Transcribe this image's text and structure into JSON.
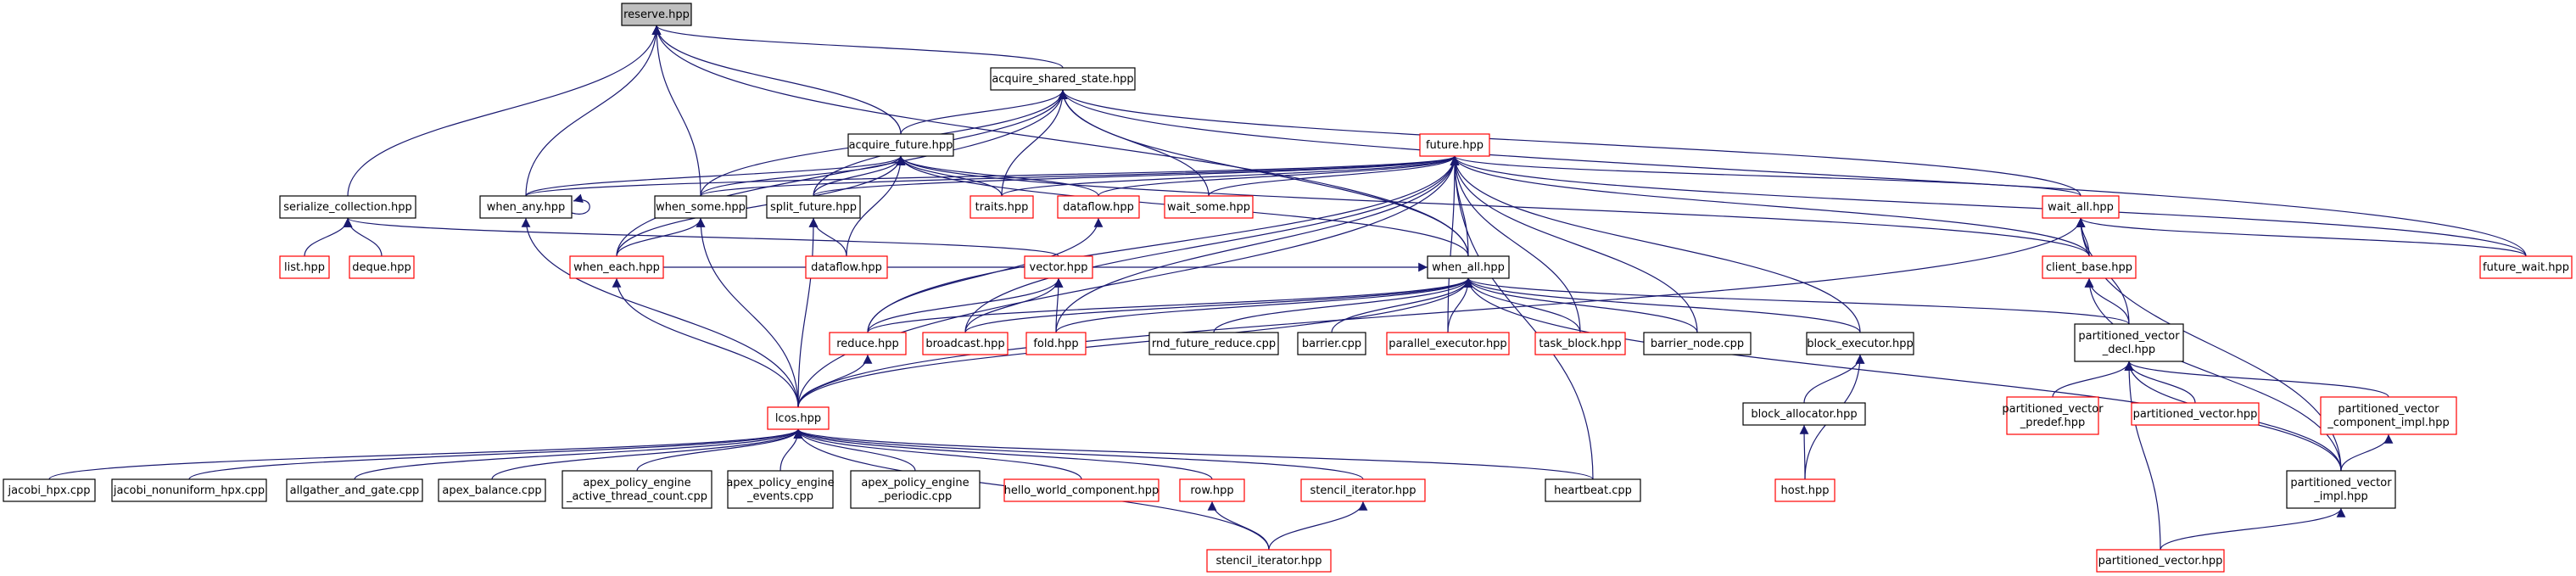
{
  "diagram": {
    "edge_color": "#191970",
    "node_border_color": "#000000",
    "highlight_border_color": "#ff0000",
    "root_fill": "#bfbfbf",
    "nodes": [
      {
        "id": "reserve",
        "lines": [
          "reserve.hpp"
        ],
        "style": "root"
      },
      {
        "id": "acquire_shared_state",
        "lines": [
          "acquire_shared_state.hpp"
        ],
        "style": "std"
      },
      {
        "id": "acquire_future",
        "lines": [
          "acquire_future.hpp"
        ],
        "style": "std"
      },
      {
        "id": "future",
        "lines": [
          "future.hpp"
        ],
        "style": "red"
      },
      {
        "id": "serialize_collection",
        "lines": [
          "serialize_collection.hpp"
        ],
        "style": "std"
      },
      {
        "id": "when_any",
        "lines": [
          "when_any.hpp"
        ],
        "style": "std"
      },
      {
        "id": "when_some",
        "lines": [
          "when_some.hpp"
        ],
        "style": "std"
      },
      {
        "id": "split_future",
        "lines": [
          "split_future.hpp"
        ],
        "style": "std"
      },
      {
        "id": "traits",
        "lines": [
          "traits.hpp"
        ],
        "style": "red"
      },
      {
        "id": "dataflow_hpp",
        "lines": [
          "dataflow.hpp"
        ],
        "style": "red"
      },
      {
        "id": "wait_some",
        "lines": [
          "wait_some.hpp"
        ],
        "style": "red"
      },
      {
        "id": "wait_all",
        "lines": [
          "wait_all.hpp"
        ],
        "style": "red"
      },
      {
        "id": "future_wait",
        "lines": [
          "future_wait.hpp"
        ],
        "style": "red"
      },
      {
        "id": "list",
        "lines": [
          "list.hpp"
        ],
        "style": "red"
      },
      {
        "id": "deque",
        "lines": [
          "deque.hpp"
        ],
        "style": "red"
      },
      {
        "id": "when_each",
        "lines": [
          "when_each.hpp"
        ],
        "style": "red"
      },
      {
        "id": "dataflow_2",
        "lines": [
          "dataflow.hpp"
        ],
        "style": "red"
      },
      {
        "id": "vector",
        "lines": [
          "vector.hpp"
        ],
        "style": "red"
      },
      {
        "id": "when_all",
        "lines": [
          "when_all.hpp"
        ],
        "style": "std"
      },
      {
        "id": "client_base",
        "lines": [
          "client_base.hpp"
        ],
        "style": "red"
      },
      {
        "id": "reduce",
        "lines": [
          "reduce.hpp"
        ],
        "style": "red"
      },
      {
        "id": "broadcast",
        "lines": [
          "broadcast.hpp"
        ],
        "style": "red"
      },
      {
        "id": "fold",
        "lines": [
          "fold.hpp"
        ],
        "style": "red"
      },
      {
        "id": "rnd_future_reduce",
        "lines": [
          "rnd_future_reduce.cpp"
        ],
        "style": "std"
      },
      {
        "id": "barrier_cpp",
        "lines": [
          "barrier.cpp"
        ],
        "style": "std"
      },
      {
        "id": "parallel_executor",
        "lines": [
          "parallel_executor.hpp"
        ],
        "style": "red"
      },
      {
        "id": "task_block",
        "lines": [
          "task_block.hpp"
        ],
        "style": "red"
      },
      {
        "id": "barrier_node",
        "lines": [
          "barrier_node.cpp"
        ],
        "style": "std"
      },
      {
        "id": "block_executor",
        "lines": [
          "block_executor.hpp"
        ],
        "style": "std"
      },
      {
        "id": "pv_decl",
        "lines": [
          "partitioned_vector",
          "_decl.hpp"
        ],
        "style": "std"
      },
      {
        "id": "lcos",
        "lines": [
          "lcos.hpp"
        ],
        "style": "red"
      },
      {
        "id": "block_allocator",
        "lines": [
          "block_allocator.hpp"
        ],
        "style": "std"
      },
      {
        "id": "pv_predef",
        "lines": [
          "partitioned_vector",
          "_predef.hpp"
        ],
        "style": "red"
      },
      {
        "id": "pv_hpp",
        "lines": [
          "partitioned_vector.hpp"
        ],
        "style": "red"
      },
      {
        "id": "pv_comp_impl",
        "lines": [
          "partitioned_vector",
          "_component_impl.hpp"
        ],
        "style": "red"
      },
      {
        "id": "jacobi_hpx",
        "lines": [
          "jacobi_hpx.cpp"
        ],
        "style": "std"
      },
      {
        "id": "jacobi_nonuniform",
        "lines": [
          "jacobi_nonuniform_hpx.cpp"
        ],
        "style": "std"
      },
      {
        "id": "allgather",
        "lines": [
          "allgather_and_gate.cpp"
        ],
        "style": "std"
      },
      {
        "id": "apex_balance",
        "lines": [
          "apex_balance.cpp"
        ],
        "style": "std"
      },
      {
        "id": "apex_active",
        "lines": [
          "apex_policy_engine",
          "_active_thread_count.cpp"
        ],
        "style": "std"
      },
      {
        "id": "apex_events",
        "lines": [
          "apex_policy_engine",
          "_events.cpp"
        ],
        "style": "std"
      },
      {
        "id": "apex_periodic",
        "lines": [
          "apex_policy_engine",
          "_periodic.cpp"
        ],
        "style": "std"
      },
      {
        "id": "hello_world",
        "lines": [
          "hello_world_component.hpp"
        ],
        "style": "red"
      },
      {
        "id": "row",
        "lines": [
          "row.hpp"
        ],
        "style": "red"
      },
      {
        "id": "stencil_iterator",
        "lines": [
          "stencil_iterator.hpp"
        ],
        "style": "red"
      },
      {
        "id": "heartbeat",
        "lines": [
          "heartbeat.cpp"
        ],
        "style": "std"
      },
      {
        "id": "host",
        "lines": [
          "host.hpp"
        ],
        "style": "red"
      },
      {
        "id": "pv_impl",
        "lines": [
          "partitioned_vector",
          "_impl.hpp"
        ],
        "style": "std"
      },
      {
        "id": "stencil_iterator_2",
        "lines": [
          "stencil_iterator.hpp"
        ],
        "style": "red"
      },
      {
        "id": "pv_hpp_2",
        "lines": [
          "partitioned_vector.hpp"
        ],
        "style": "red"
      }
    ],
    "edges": [
      [
        "acquire_shared_state",
        "reserve"
      ],
      [
        "acquire_future",
        "reserve"
      ],
      [
        "serialize_collection",
        "reserve"
      ],
      [
        "when_any",
        "reserve"
      ],
      [
        "when_some",
        "reserve"
      ],
      [
        "when_all",
        "reserve"
      ],
      [
        "acquire_future",
        "acquire_shared_state"
      ],
      [
        "traits",
        "acquire_shared_state"
      ],
      [
        "wait_some",
        "acquire_shared_state"
      ],
      [
        "wait_all",
        "acquire_shared_state"
      ],
      [
        "future_wait",
        "acquire_shared_state"
      ],
      [
        "when_some",
        "acquire_shared_state"
      ],
      [
        "when_each",
        "acquire_shared_state"
      ],
      [
        "split_future",
        "acquire_shared_state"
      ],
      [
        "when_all",
        "acquire_shared_state"
      ],
      [
        "when_any",
        "acquire_future"
      ],
      [
        "when_some",
        "acquire_future"
      ],
      [
        "split_future",
        "acquire_future"
      ],
      [
        "traits",
        "acquire_future"
      ],
      [
        "dataflow_hpp",
        "acquire_future"
      ],
      [
        "dataflow_2",
        "acquire_future"
      ],
      [
        "when_each",
        "acquire_future"
      ],
      [
        "when_all",
        "acquire_future"
      ],
      [
        "client_base",
        "acquire_future"
      ],
      [
        "when_any",
        "future"
      ],
      [
        "when_some",
        "future"
      ],
      [
        "split_future",
        "future"
      ],
      [
        "traits",
        "future"
      ],
      [
        "dataflow_hpp",
        "future"
      ],
      [
        "wait_some",
        "future"
      ],
      [
        "wait_all",
        "future"
      ],
      [
        "future_wait",
        "future"
      ],
      [
        "client_base",
        "future"
      ],
      [
        "when_all",
        "future"
      ],
      [
        "reduce",
        "future"
      ],
      [
        "broadcast",
        "future"
      ],
      [
        "fold",
        "future"
      ],
      [
        "parallel_executor",
        "future"
      ],
      [
        "task_block",
        "future"
      ],
      [
        "barrier_node",
        "future"
      ],
      [
        "block_executor",
        "future"
      ],
      [
        "heartbeat",
        "future"
      ],
      [
        "lcos",
        "future"
      ],
      [
        "when_any",
        "when_any"
      ],
      [
        "list",
        "serialize_collection"
      ],
      [
        "deque",
        "serialize_collection"
      ],
      [
        "vector",
        "serialize_collection"
      ],
      [
        "when_each",
        "when_some"
      ],
      [
        "lcos",
        "when_some"
      ],
      [
        "lcos",
        "when_any"
      ],
      [
        "dataflow_2",
        "split_future"
      ],
      [
        "lcos",
        "split_future"
      ],
      [
        "reduce",
        "dataflow_hpp"
      ],
      [
        "reduce",
        "vector"
      ],
      [
        "broadcast",
        "vector"
      ],
      [
        "fold",
        "vector"
      ],
      [
        "future_wait",
        "wait_all"
      ],
      [
        "client_base",
        "wait_all"
      ],
      [
        "pv_decl",
        "wait_all"
      ],
      [
        "pv_impl",
        "wait_all"
      ],
      [
        "lcos",
        "wait_all"
      ],
      [
        "reduce",
        "when_all"
      ],
      [
        "broadcast",
        "when_all"
      ],
      [
        "fold",
        "when_all"
      ],
      [
        "rnd_future_reduce",
        "when_all"
      ],
      [
        "barrier_cpp",
        "when_all"
      ],
      [
        "parallel_executor",
        "when_all"
      ],
      [
        "task_block",
        "when_all"
      ],
      [
        "barrier_node",
        "when_all"
      ],
      [
        "block_executor",
        "when_all"
      ],
      [
        "pv_decl",
        "when_all"
      ],
      [
        "pv_impl",
        "when_all"
      ],
      [
        "lcos",
        "when_all"
      ],
      [
        "when_each",
        "when_all"
      ],
      [
        "pv_decl",
        "client_base"
      ],
      [
        "pv_impl",
        "client_base"
      ],
      [
        "block_allocator",
        "block_executor"
      ],
      [
        "host",
        "block_executor"
      ],
      [
        "host",
        "block_allocator"
      ],
      [
        "lcos",
        "reduce"
      ],
      [
        "lcos",
        "when_each"
      ],
      [
        "pv_predef",
        "pv_decl"
      ],
      [
        "pv_hpp",
        "pv_decl"
      ],
      [
        "pv_comp_impl",
        "pv_decl"
      ],
      [
        "pv_impl",
        "pv_decl"
      ],
      [
        "pv_hpp_2",
        "pv_decl"
      ],
      [
        "pv_impl",
        "pv_comp_impl"
      ],
      [
        "pv_hpp_2",
        "pv_impl"
      ],
      [
        "jacobi_hpx",
        "lcos"
      ],
      [
        "jacobi_nonuniform",
        "lcos"
      ],
      [
        "allgather",
        "lcos"
      ],
      [
        "apex_balance",
        "lcos"
      ],
      [
        "apex_active",
        "lcos"
      ],
      [
        "apex_events",
        "lcos"
      ],
      [
        "apex_periodic",
        "lcos"
      ],
      [
        "hello_world",
        "lcos"
      ],
      [
        "row",
        "lcos"
      ],
      [
        "stencil_iterator",
        "lcos"
      ],
      [
        "heartbeat",
        "lcos"
      ],
      [
        "stencil_iterator_2",
        "lcos"
      ],
      [
        "stencil_iterator_2",
        "row"
      ],
      [
        "stencil_iterator_2",
        "stencil_iterator"
      ]
    ]
  }
}
